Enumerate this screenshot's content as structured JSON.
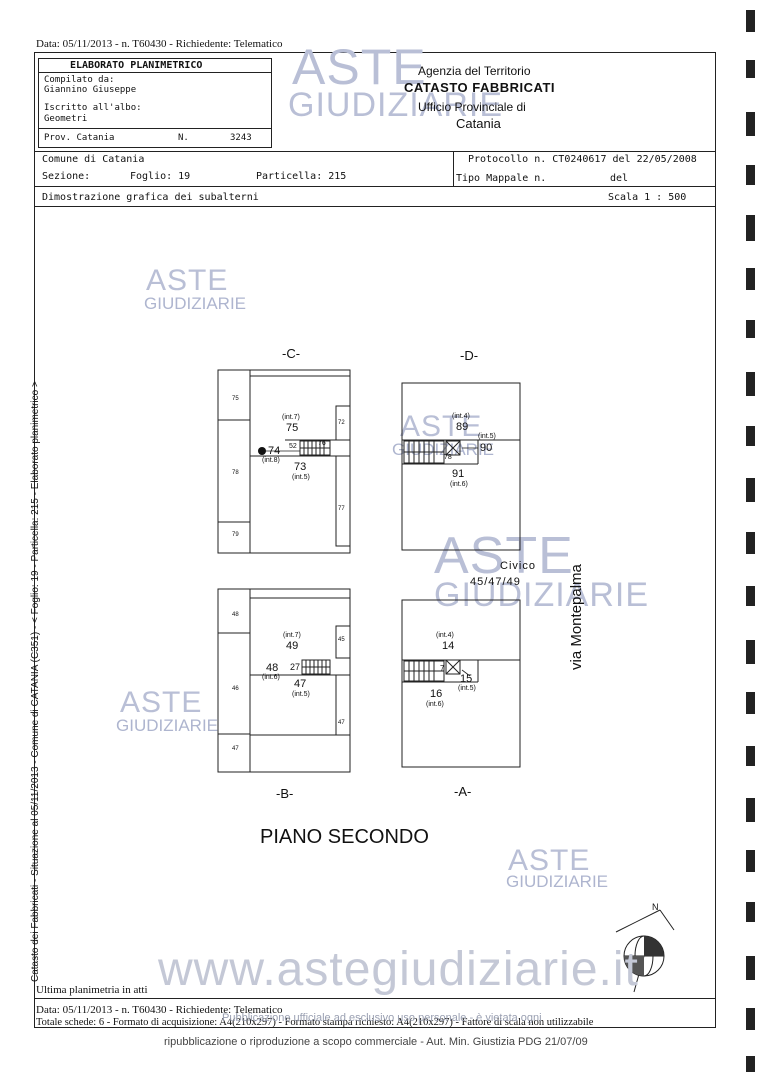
{
  "header": {
    "line": "Data: 05/11/2013 - n. T60430 - Richiedente: Telematico"
  },
  "elaborato": {
    "title": "ELABORATO PLANIMETRICO",
    "compilato_label": "Compilato da:",
    "compilato_name": "Giannino Giuseppe",
    "iscritto_label": "Iscritto all'albo:",
    "albo": "Geometri",
    "prov": "Prov. Catania",
    "n_label": "N.",
    "n_value": "3243"
  },
  "agency": {
    "line1": "Agenzia del Territorio",
    "line2": "CATASTO FABBRICATI",
    "line3": "Ufficio Provinciale di",
    "line4": "Catania"
  },
  "info": {
    "comune": "Comune di Catania",
    "protocollo": "Protocollo n. CT0240617 del 22/05/2008",
    "sezione": "Sezione:",
    "foglio": "Foglio: 19",
    "particella": "Particella: 215",
    "tipo_mappale": "Tipo Mappale n.",
    "del": "del",
    "dimostrazione": "Dimostrazione grafica dei subalterni",
    "scala": "Scala 1 : 500"
  },
  "side_text": "Catasto dei Fabbricati - Situazione al 05/11/2013 - Comune di CATANIA (C351) - < Foglio: 19 - Particella: 215 - Elaborato planimetrico >",
  "plan": {
    "sections": {
      "c": "-C-",
      "d": "-D-",
      "b": "-B-",
      "a": "-A-"
    },
    "c": {
      "n75": "75",
      "int7": "(int.7)",
      "n74": "74",
      "int8": "(int.8)",
      "n73": "73",
      "int5": "(int.5)",
      "n76": "76",
      "n52": "52",
      "left75": "75",
      "left78": "78",
      "left79": "79",
      "right72": "72",
      "right77": "77"
    },
    "d": {
      "n89": "89",
      "int4": "(int.4)",
      "n90": "90",
      "int5": "(int.5)",
      "n78": "78",
      "n91": "91",
      "int6": "(int.6)"
    },
    "b": {
      "n49": "49",
      "int7": "(int.7)",
      "n48": "48",
      "int6": "(int.6)",
      "n47": "47",
      "int5": "(int.5)",
      "n27": "27",
      "left48": "48",
      "left46": "46",
      "left47": "47",
      "right45": "45",
      "right47": "47"
    },
    "a": {
      "n14": "14",
      "int4": "(int.4)",
      "n15": "15",
      "int5": "(int.5)",
      "n16": "16",
      "int6": "(int.6)",
      "n7": "7"
    },
    "civico_label": "Civico",
    "civico_num": "45/47/49",
    "street": "via Montepalma",
    "floor_title": "PIANO SECONDO"
  },
  "footer": {
    "ultima": "Ultima planimetria in atti",
    "data_line": "Data: 05/11/2013 - n. T60430 - Richiedente: Telematico",
    "totale_line": "Totale schede: 6 - Formato di acquisizione: A4(210x297) - Formato stampa richiesto: A4(210x297) - Fattore di scala non utilizzabile",
    "wm_overlay": "Pubblicazione ufficiale ad esclusivo uso personale - è vietata ogni",
    "wm_line2": "ripubblicazione o riproduzione a scopo commerciale - Aut. Min. Giustizia PDG 21/07/09",
    "website": "www.astegiudiziarie.it"
  },
  "watermark": {
    "aste": "ASTE",
    "giudiziarie": "GIUDIZIARIE"
  },
  "compass": {
    "n": "N"
  }
}
